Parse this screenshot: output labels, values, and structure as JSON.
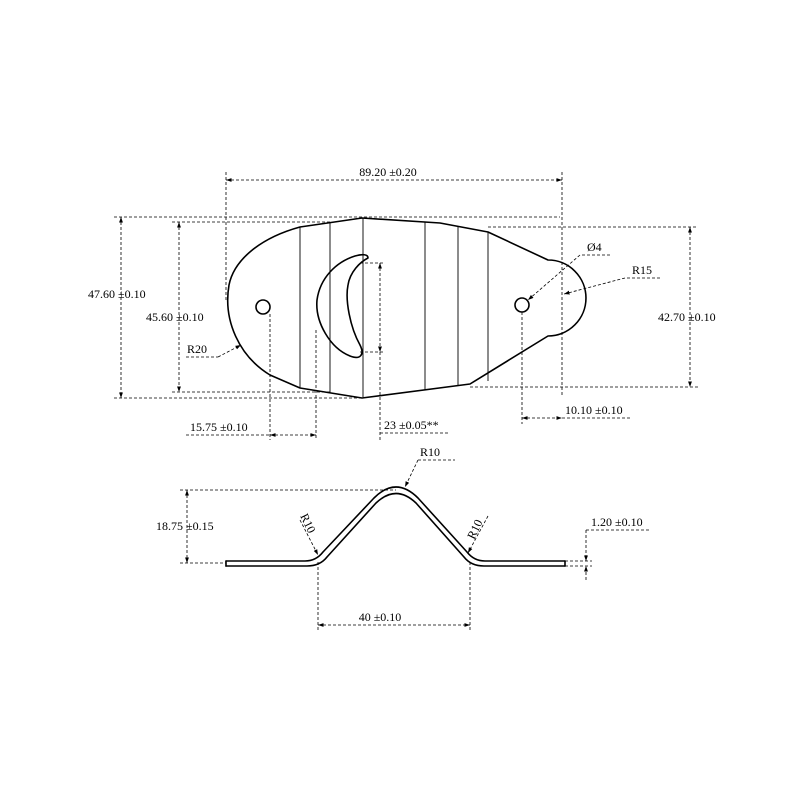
{
  "top_view": {
    "overall_length": "89.20 ±0.20",
    "overall_height": "47.60 ±0.10",
    "inner_height": "45.60 ±0.10",
    "right_height": "42.70 ±0.10",
    "hole_diameter": "Ø4",
    "right_radius": "R15",
    "left_radius": "R20",
    "left_hole_offset": "15.75 ±0.10",
    "cutout_offset": "23 ±0.05**",
    "right_hole_offset": "10.10 ±0.10"
  },
  "side_view": {
    "top_radius": "R10",
    "left_radius": "R10",
    "right_radius": "R10",
    "bend_height": "18.75 ±0.15",
    "thickness": "1.20 ±0.10",
    "base_span": "40 ±0.10"
  }
}
